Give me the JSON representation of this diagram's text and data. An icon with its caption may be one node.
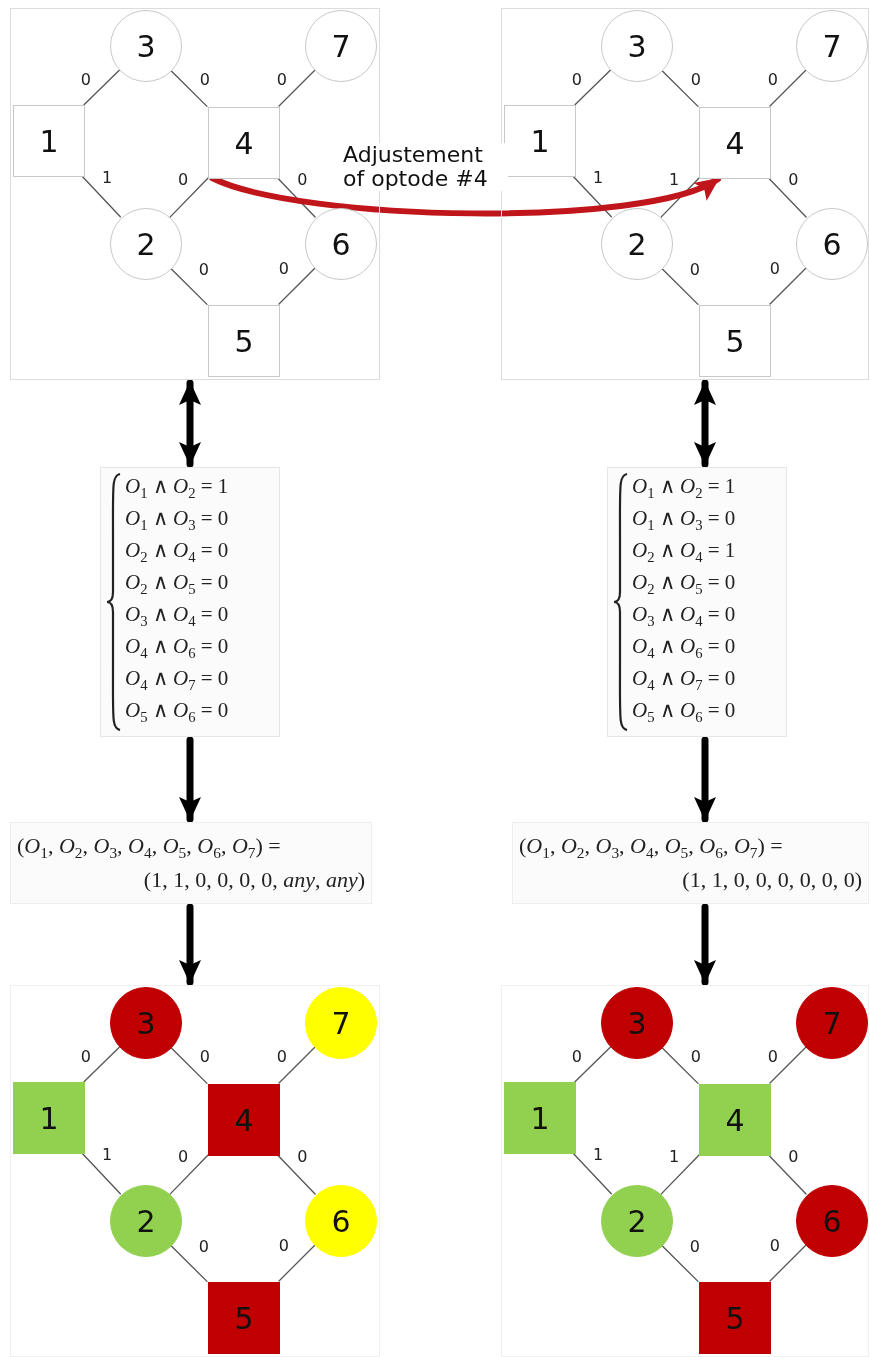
{
  "diagram": {
    "nodes": [
      {
        "text": [],
        "shape": "box"
      },
      {
        "text": [
          "3"
        ],
        "in": 0
      },
      {
        "text": [
          "7"
        ],
        "in": 0
      },
      {
        "text": [
          "1"
        ],
        "in": 0
      },
      {
        "text": [
          "4"
        ],
        "in": 0
      },
      {
        "text": [
          "2"
        ],
        "in": 0
      },
      {
        "text": [
          "6"
        ],
        "in": 0
      },
      {
        "text": [
          "5"
        ],
        "in": 0
      },
      {
        "text": [],
        "shape": "box"
      },
      {
        "text": [
          "3"
        ],
        "in": 8
      },
      {
        "text": [
          "7"
        ],
        "in": 8
      },
      {
        "text": [
          "1"
        ],
        "in": 8
      },
      {
        "text": [
          "4"
        ],
        "in": 8
      },
      {
        "text": [
          "2"
        ],
        "in": 8
      },
      {
        "text": [
          "6"
        ],
        "in": 8
      },
      {
        "text": [
          "5"
        ],
        "in": 8
      },
      {
        "text": [
          "*O*$_{1}$ ∧ *O*$_{2}$ = 1",
          "*O*$_{1}$ ∧ *O*$_{3}$ = 0",
          "*O*$_{2}$ ∧ *O*$_{4}$ = 0",
          "*O*$_{2}$ ∧ *O*$_{5}$ = 0",
          "*O*$_{3}$ ∧ *O*$_{4}$ = 0",
          "*O*$_{4}$ ∧ *O*$_{6}$ = 0",
          "*O*$_{4}$ ∧ *O*$_{7}$ = 0",
          "*O*$_{5}$ ∧ *O*$_{6}$ = 0"
        ]
      },
      {
        "text": [
          "*O*$_{1}$ ∧ *O*$_{2}$ = 1",
          "*O*$_{1}$ ∧ *O*$_{3}$ = 0",
          "*O*$_{2}$ ∧ *O*$_{4}$ = 1",
          "*O*$_{2}$ ∧ *O*$_{5}$ = 0",
          "*O*$_{3}$ ∧ *O*$_{4}$ = 0",
          "*O*$_{4}$ ∧ *O*$_{6}$ = 0",
          "*O*$_{4}$ ∧ *O*$_{7}$ = 0",
          "*O*$_{5}$ ∧ *O*$_{6}$ = 0"
        ]
      },
      {
        "text": [
          "(*O*$_{1}$, *O*$_{2}$, *O*$_{3}$, *O*$_{4}$, *O*$_{5}$, *O*$_{6}$, *O*$_{7}$) =",
          "(1, 1, 0, 0, 0, 0, *any*, *any*)"
        ]
      },
      {
        "text": [
          "(*O*$_{1}$, *O*$_{2}$, *O*$_{3}$, *O*$_{4}$, *O*$_{5}$, *O*$_{6}$, *O*$_{7}$) =",
          "(1, 1, 0, 0, 0, 0, 0, 0)"
        ]
      },
      {
        "text": [],
        "shape": "box"
      },
      {
        "text": [
          "3"
        ],
        "in": 20
      },
      {
        "text": [
          "7"
        ],
        "in": 20
      },
      {
        "text": [
          "1"
        ],
        "in": 20
      },
      {
        "text": [
          "4"
        ],
        "in": 20
      },
      {
        "text": [
          "2"
        ],
        "in": 20
      },
      {
        "text": [
          "6"
        ],
        "in": 20
      },
      {
        "text": [
          "5"
        ],
        "in": 20
      },
      {
        "text": [],
        "shape": "box"
      },
      {
        "text": [
          "3"
        ],
        "in": 28
      },
      {
        "text": [
          "7"
        ],
        "in": 28
      },
      {
        "text": [
          "1"
        ],
        "in": 28
      },
      {
        "text": [
          "4"
        ],
        "in": 28
      },
      {
        "text": [
          "2"
        ],
        "in": 28
      },
      {
        "text": [
          "6"
        ],
        "in": 28
      },
      {
        "text": [
          "5"
        ],
        "in": 28
      }
    ],
    "edges": [
      {
        "from": 3,
        "to": 1,
        "arrow": "none",
        "label": "0"
      },
      {
        "from": 1,
        "to": 4,
        "arrow": "none",
        "label": "0"
      },
      {
        "from": 4,
        "to": 2,
        "arrow": "none",
        "label": "0"
      },
      {
        "from": 3,
        "to": 5,
        "arrow": "none",
        "label": "1"
      },
      {
        "from": 5,
        "to": 4,
        "arrow": "none",
        "label": "0"
      },
      {
        "from": 4,
        "to": 6,
        "arrow": "none",
        "label": "0"
      },
      {
        "from": 5,
        "to": 7,
        "arrow": "none",
        "label": "0"
      },
      {
        "from": 7,
        "to": 6,
        "arrow": "none",
        "label": "0"
      },
      {
        "from": 11,
        "to": 9,
        "arrow": "none",
        "label": "0"
      },
      {
        "from": 9,
        "to": 12,
        "arrow": "none",
        "label": "0"
      },
      {
        "from": 12,
        "to": 10,
        "arrow": "none",
        "label": "0"
      },
      {
        "from": 11,
        "to": 13,
        "arrow": "none",
        "label": "1"
      },
      {
        "from": 13,
        "to": 12,
        "arrow": "none",
        "label": "1"
      },
      {
        "from": 12,
        "to": 14,
        "arrow": "none",
        "label": "0"
      },
      {
        "from": 13,
        "to": 15,
        "arrow": "none",
        "label": "0"
      },
      {
        "from": 15,
        "to": 14,
        "arrow": "none",
        "label": "0"
      },
      {
        "from": 23,
        "to": 21,
        "arrow": "none",
        "label": "0"
      },
      {
        "from": 21,
        "to": 24,
        "arrow": "none",
        "label": "0"
      },
      {
        "from": 24,
        "to": 22,
        "arrow": "none",
        "label": "0"
      },
      {
        "from": 23,
        "to": 25,
        "arrow": "none",
        "label": "1"
      },
      {
        "from": 25,
        "to": 24,
        "arrow": "none",
        "label": "0"
      },
      {
        "from": 24,
        "to": 26,
        "arrow": "none",
        "label": "0"
      },
      {
        "from": 25,
        "to": 27,
        "arrow": "none",
        "label": "0"
      },
      {
        "from": 27,
        "to": 26,
        "arrow": "none",
        "label": "0"
      },
      {
        "from": 31,
        "to": 29,
        "arrow": "none",
        "label": "0"
      },
      {
        "from": 29,
        "to": 32,
        "arrow": "none",
        "label": "0"
      },
      {
        "from": 32,
        "to": 30,
        "arrow": "none",
        "label": "0"
      },
      {
        "from": 31,
        "to": 33,
        "arrow": "none",
        "label": "1"
      },
      {
        "from": 33,
        "to": 32,
        "arrow": "none",
        "label": "1"
      },
      {
        "from": 32,
        "to": 34,
        "arrow": "none",
        "label": "0"
      },
      {
        "from": 33,
        "to": 35,
        "arrow": "none",
        "label": "0"
      },
      {
        "from": 35,
        "to": 34,
        "arrow": "none",
        "label": "0"
      },
      {
        "from": 0,
        "to": 16,
        "arrow": "both",
        "style": "thick"
      },
      {
        "from": 16,
        "to": 18,
        "arrow": "to",
        "style": "thick"
      },
      {
        "from": 18,
        "to": 20,
        "arrow": "to",
        "style": "thick"
      },
      {
        "from": 8,
        "to": 17,
        "arrow": "both",
        "style": "thick"
      },
      {
        "from": 17,
        "to": 19,
        "arrow": "to",
        "style": "thick"
      },
      {
        "from": 19,
        "to": 28,
        "arrow": "to",
        "style": "thick"
      },
      {
        "from": 4,
        "to": 12,
        "arrow": "to",
        "label": "Adjustement of optode #4",
        "style": "thick",
        "color": "#c0161b"
      }
    ]
  }
}
